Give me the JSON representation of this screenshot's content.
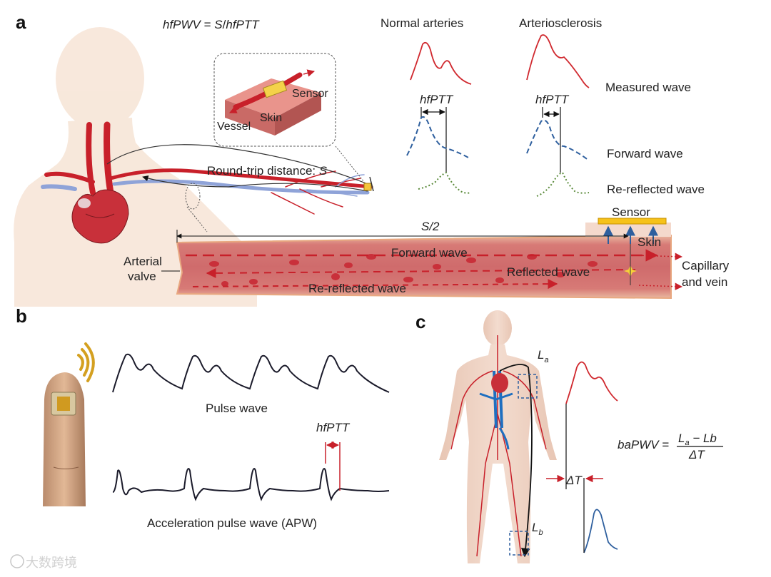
{
  "panels": {
    "a": "a",
    "b": "b",
    "c": "c"
  },
  "panel_a": {
    "formula": {
      "lhs": "hfPWV",
      "eq": " = ",
      "s": "S",
      "slash": "/",
      "rhs": "hfPTT"
    },
    "headers": {
      "normal": "Normal arteries",
      "sclerosis": "Arteriosclerosis"
    },
    "wave_labels": {
      "measured": "Measured wave",
      "forward": "Forward wave",
      "rereflected": "Re-reflected wave"
    },
    "hfptt": "hfPTT",
    "inset": {
      "sensor": "Sensor",
      "skin": "Skin",
      "vessel": "Vessel"
    },
    "round_trip": {
      "text": "Round-trip distance: ",
      "s": "S"
    },
    "vessel_labels": {
      "s2": "S/2",
      "sensor": "Sensor",
      "skin": "Skin",
      "arterial_1": "Arterial",
      "arterial_2": "valve",
      "forward": "Forward wave",
      "reflected": "Reflected wave",
      "rereflected": "Re-reflected wave",
      "capillary_1": "Capillary",
      "capillary_2": "and vein"
    },
    "colors": {
      "measured": "#d0282e",
      "forward": "#2e5f9e",
      "rereflected": "#5a8a3a",
      "artery": "#c8202a",
      "vein": "#8fa3d8"
    }
  },
  "panel_b": {
    "pulse_wave": "Pulse wave",
    "hfptt": "hfPTT",
    "apw": "Acceleration pulse wave (APW)"
  },
  "panel_c": {
    "la": {
      "base": "L",
      "sub": "a"
    },
    "lb": {
      "base": "L",
      "sub": "b"
    },
    "delta_t": "ΔT",
    "formula": {
      "lhs": "baPWV",
      "eq": " = ",
      "num_a": "L",
      "num_a_sub": "a",
      "num_mid": " − Lb",
      "den": "ΔT"
    }
  },
  "watermark": "大数跨境"
}
